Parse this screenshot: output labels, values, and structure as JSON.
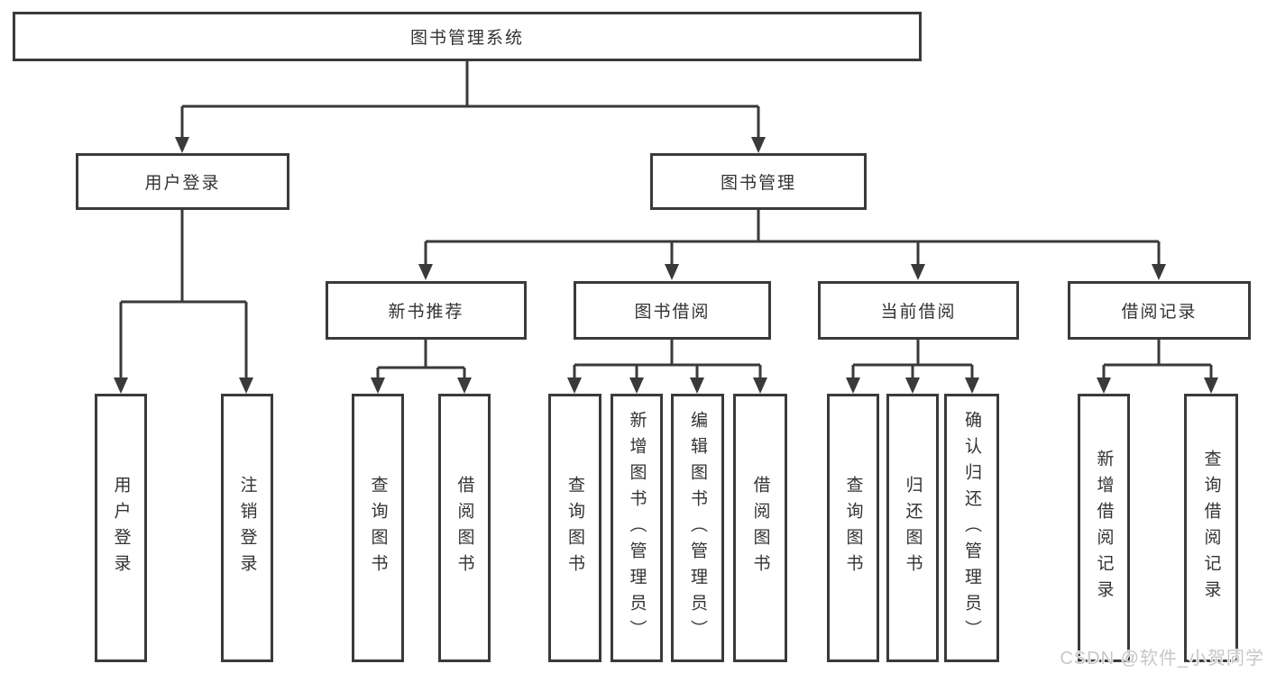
{
  "tree": {
    "root": "图书管理系统",
    "children": [
      {
        "label": "用户登录",
        "children": [
          "用户登录",
          "注销登录"
        ]
      },
      {
        "label": "图书管理",
        "children": [
          {
            "label": "新书推荐",
            "children": [
              "查询图书",
              "借阅图书"
            ]
          },
          {
            "label": "图书借阅",
            "children": [
              "查询图书",
              "新增图书（管理员）",
              "编辑图书（管理员）",
              "借阅图书"
            ]
          },
          {
            "label": "当前借阅",
            "children": [
              "查询图书",
              "归还图书",
              "确认归还（管理员）"
            ]
          },
          {
            "label": "借阅记录",
            "children": [
              "新增借阅记录",
              "查询借阅记录"
            ]
          }
        ]
      }
    ]
  },
  "watermark": {
    "text": "CSDN @软件_小贺同学"
  },
  "colors": {
    "line": "#3a3a3a",
    "text": "#333333",
    "background": "#ffffff",
    "watermark": "#c7c7c7"
  }
}
